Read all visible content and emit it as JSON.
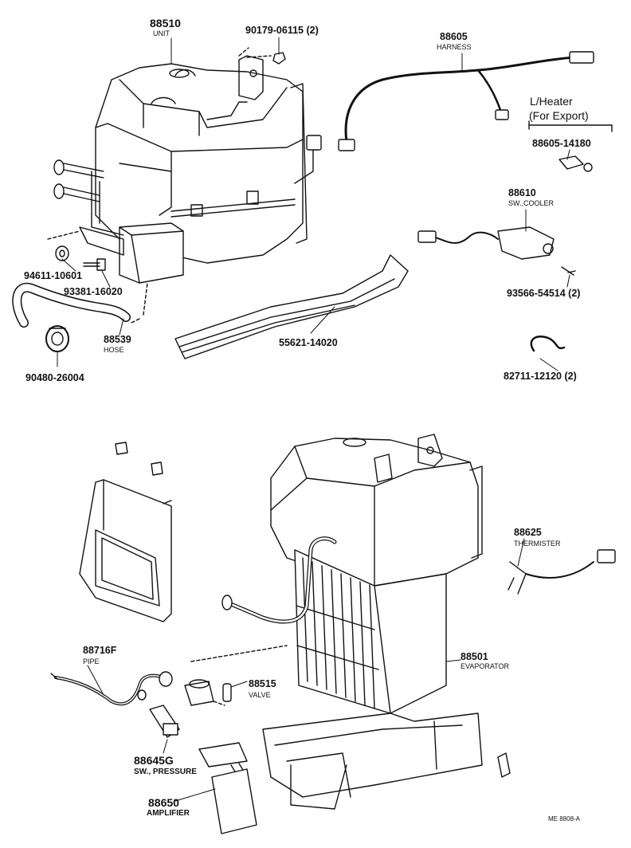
{
  "parts": {
    "unit": {
      "number": "88510",
      "name": "UNIT"
    },
    "bolt_nut": {
      "number": "90179-06115 (2)"
    },
    "harness": {
      "number": "88605",
      "name": "HARNESS"
    },
    "lheater": {
      "title": "L/Heater",
      "subtitle": "(For Export)",
      "number": "88605-14180"
    },
    "sw_cooler": {
      "number": "88610",
      "name": "SW.,COOLER"
    },
    "screw_93566": {
      "number": "93566-54514 (2)"
    },
    "clip_82711": {
      "number": "82711-12120 (2)"
    },
    "seal_55621": {
      "number": "55621-14020"
    },
    "nut_94611": {
      "number": "94611-10601"
    },
    "bolt_93381": {
      "number": "93381-16020"
    },
    "hose": {
      "number": "88539",
      "name": "HOSE"
    },
    "grommet": {
      "number": "90480-26004"
    },
    "thermister": {
      "number": "88625",
      "name": "THERMISTER"
    },
    "evaporator": {
      "number": "88501",
      "name": "EVAPORATOR"
    },
    "pipe": {
      "number": "88716F",
      "name": "PIPE"
    },
    "valve": {
      "number": "88515",
      "name": "VALVE"
    },
    "sw_pressure": {
      "number": "88645G",
      "name": "SW., PRESSURE"
    },
    "amplifier": {
      "number": "88650",
      "name": "AMPLIFIER"
    }
  },
  "footer": {
    "code": "ME 8808-A"
  }
}
